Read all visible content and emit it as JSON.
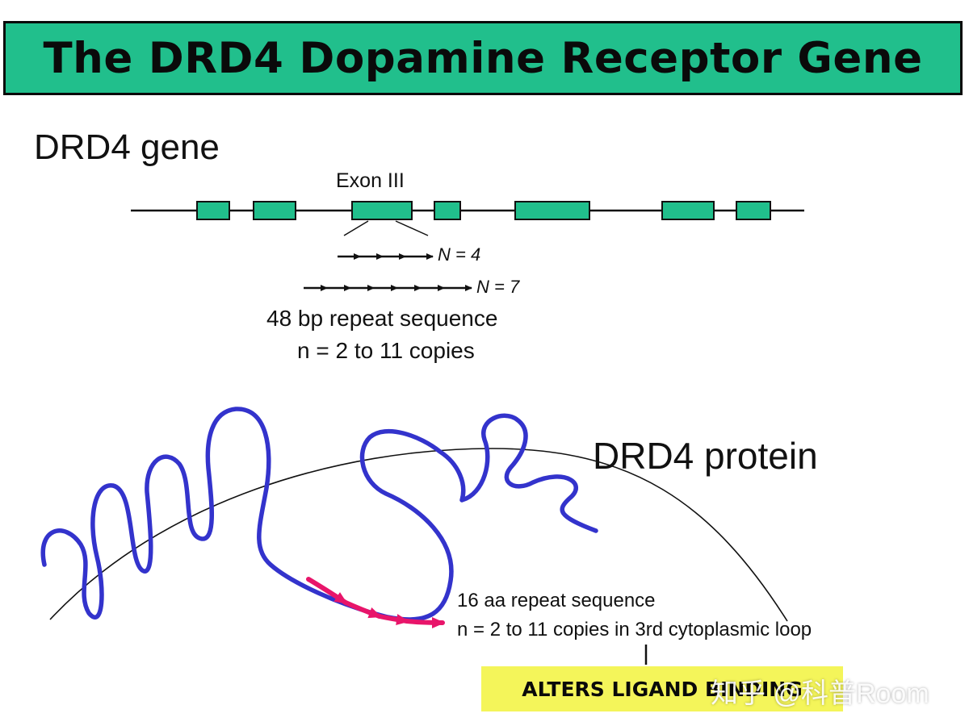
{
  "title": "The DRD4 Dopamine Receptor Gene",
  "gene": {
    "heading": "DRD4 gene",
    "exon_label": "Exon III",
    "repeat_n4_label": "N = 4",
    "repeat_n7_label": "N = 7",
    "bp_repeat_line1": "48 bp repeat sequence",
    "bp_repeat_line2": "n = 2 to 11 copies"
  },
  "protein": {
    "heading": "DRD4 protein",
    "aa_repeat_line1": "16 aa repeat sequence",
    "aa_repeat_line2": "n = 2 to 11 copies in 3rd cytoplasmic loop",
    "effect_label": "ALTERS LIGAND BINDING"
  },
  "watermark": "知乎 @科普Room",
  "colors": {
    "title_bg": "#21bf8c",
    "exon_fill": "#21bf8c",
    "protein_chain": "#3333cc",
    "repeat_arrows": "#e8156a",
    "highlight_box": "#f4f55a"
  }
}
